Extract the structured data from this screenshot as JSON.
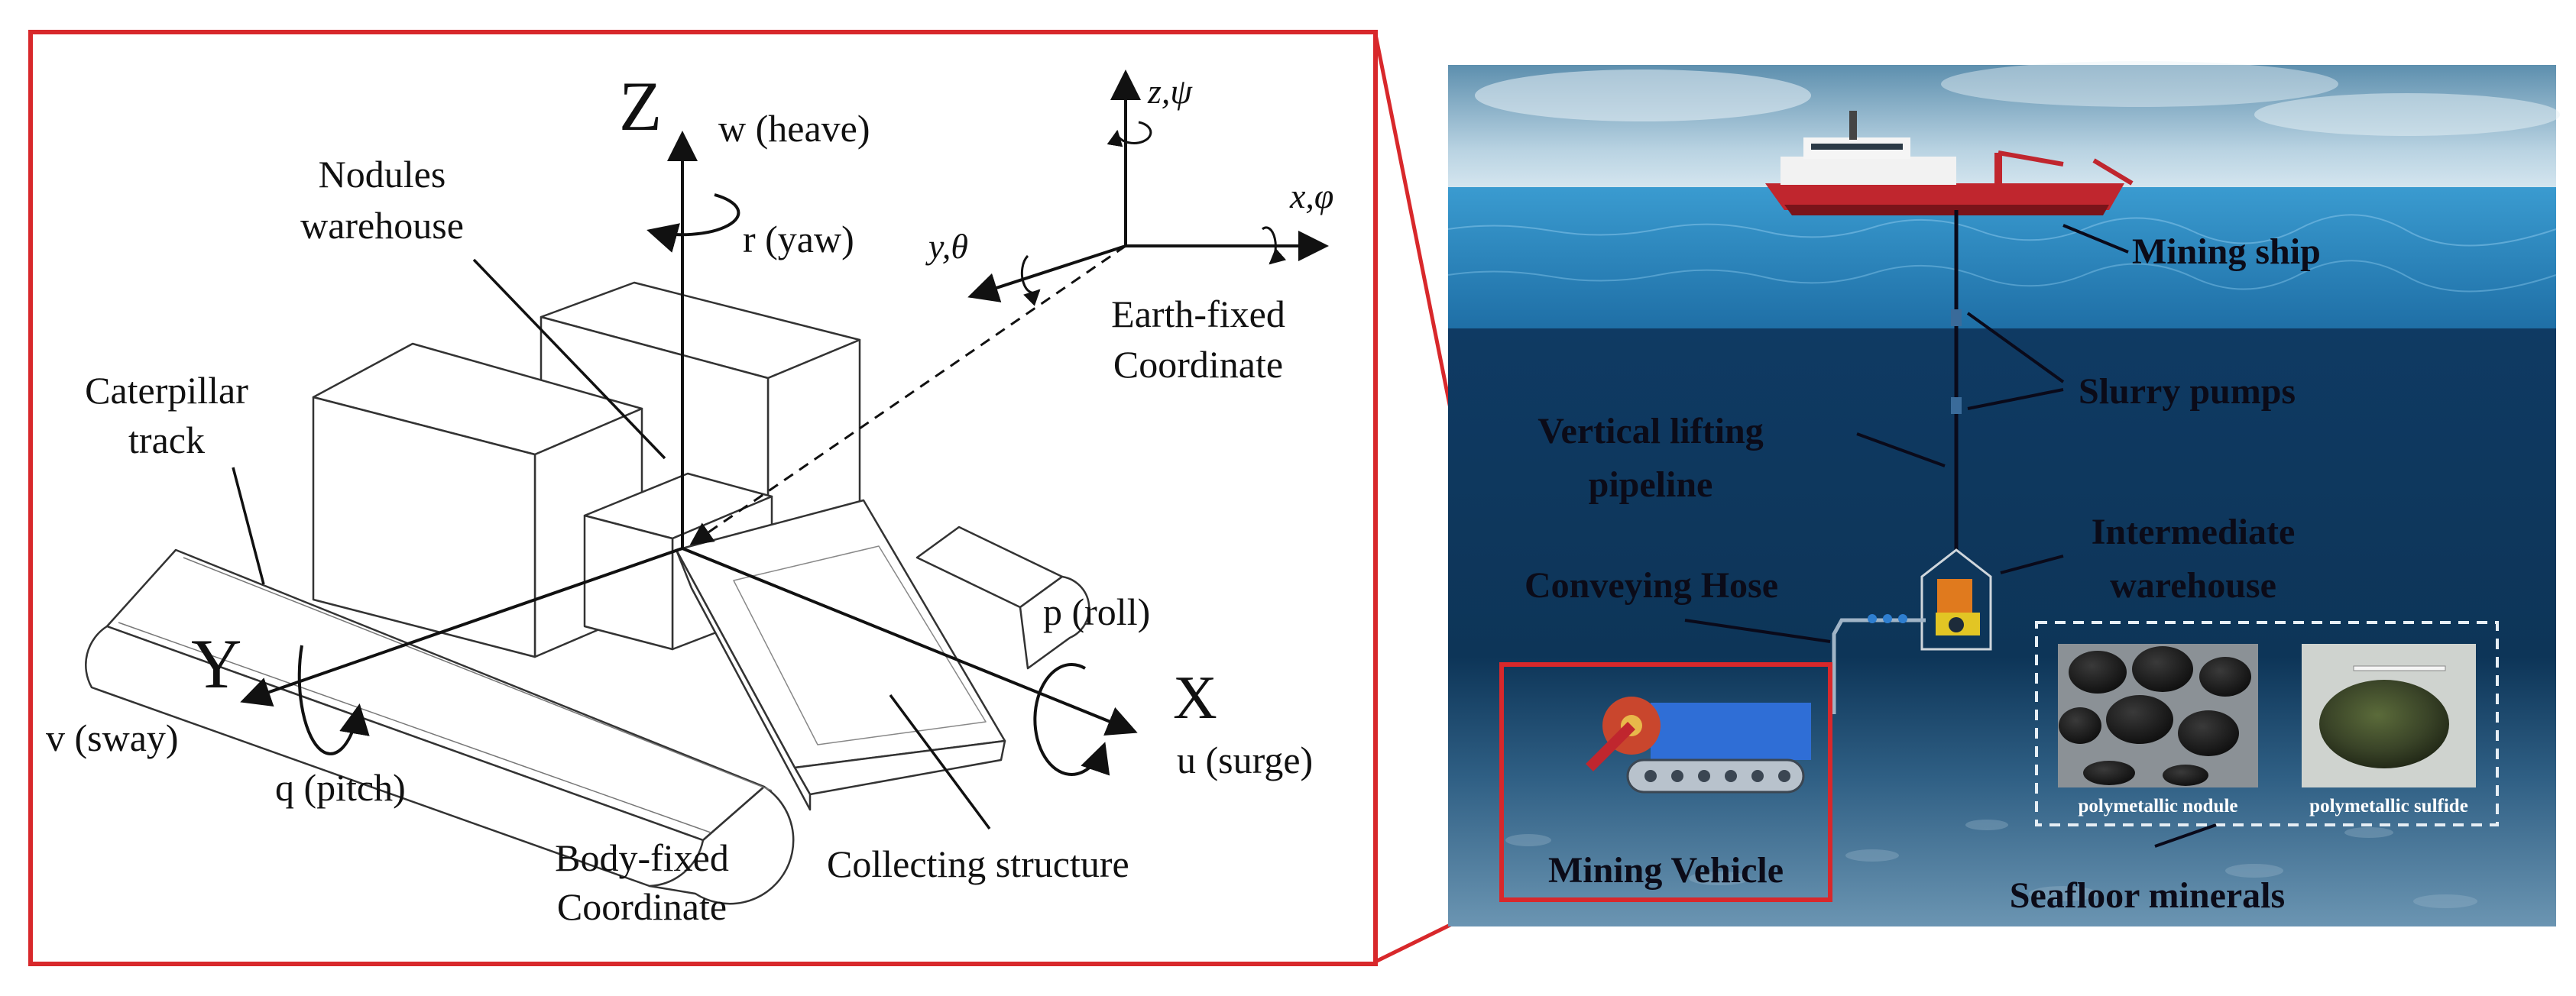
{
  "colors": {
    "frame_red": "#d8282b",
    "line": "#111111",
    "sky_top": "#5d8fae",
    "sky_bottom": "#d4e5ef",
    "sea_surface": "#2d8ac3",
    "sea_deep": "#0d3558",
    "seafloor": "#5e8aa8",
    "ship_hull_red": "#c0262e"
  },
  "body_frame": {
    "axis_z": "Z",
    "axis_y": "Y",
    "axis_x": "X",
    "heave": "w (heave)",
    "yaw": "r (yaw)",
    "sway": "v (sway)",
    "pitch": "q (pitch)",
    "roll": "p (roll)",
    "surge": "u (surge)",
    "nodules_line1": "Nodules",
    "nodules_line2": "warehouse",
    "caterpillar_line1": "Caterpillar",
    "caterpillar_line2": "track",
    "body_fixed_line1": "Body-fixed",
    "body_fixed_line2": "Coordinate",
    "collecting": "Collecting structure"
  },
  "earth_frame": {
    "z_label": "z,",
    "z_greek": "ψ",
    "x_label": "x,",
    "x_greek": "φ",
    "y_label": "y,",
    "y_greek": "θ",
    "label_line1": "Earth-fixed",
    "label_line2": "Coordinate"
  },
  "system": {
    "mining_ship": "Mining ship",
    "slurry_pumps": "Slurry pumps",
    "vertical_line1": "Vertical lifting",
    "vertical_line2": "pipeline",
    "intermediate_line1": "Intermediate",
    "intermediate_line2": "warehouse",
    "conveying_hose": "Conveying Hose",
    "mining_vehicle": "Mining Vehicle",
    "seafloor_minerals": "Seafloor minerals",
    "nodule_caption": "polymetallic nodule",
    "sulfide_caption": "polymetallic sulfide"
  }
}
